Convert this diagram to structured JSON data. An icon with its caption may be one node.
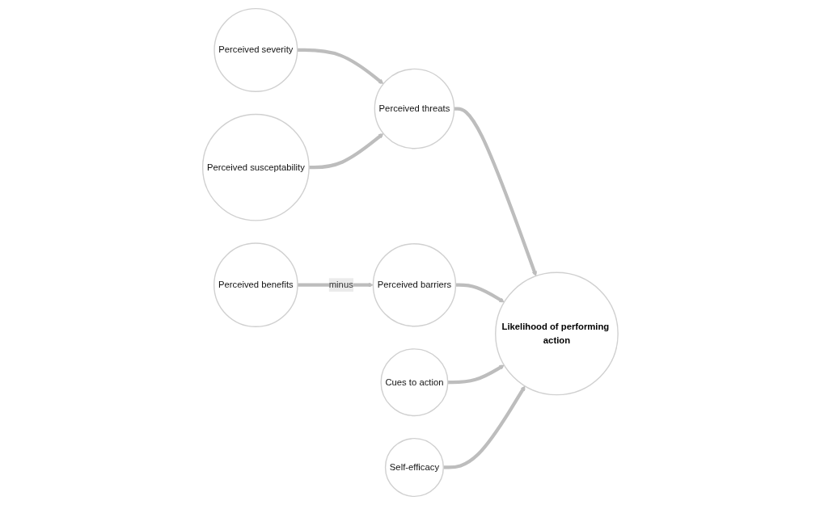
{
  "diagram": {
    "nodes": [
      {
        "text": [
          "Perceived severity"
        ]
      },
      {
        "text": [
          "Perceived threats"
        ]
      },
      {
        "text": [
          "Perceived susceptability"
        ]
      },
      {
        "text": [
          "Likelihood of performing action"
        ]
      },
      {
        "text": [
          "Perceived barriers"
        ]
      },
      {
        "text": [
          "Perceived benefits"
        ]
      },
      {
        "text": [
          "Cues to action"
        ]
      },
      {
        "text": [
          "Self-efficacy"
        ]
      }
    ],
    "edges": [
      {
        "from": 0,
        "to": 1,
        "arrow": "to"
      },
      {
        "from": 2,
        "to": 1,
        "arrow": "to"
      },
      {
        "from": 1,
        "to": 3,
        "arrow": "to"
      },
      {
        "from": 5,
        "to": 4,
        "arrow": "to",
        "label": "minus"
      },
      {
        "from": 4,
        "to": 3,
        "arrow": "to"
      },
      {
        "from": 6,
        "to": 3,
        "arrow": "to"
      },
      {
        "from": 7,
        "to": 3,
        "arrow": "to"
      }
    ]
  }
}
